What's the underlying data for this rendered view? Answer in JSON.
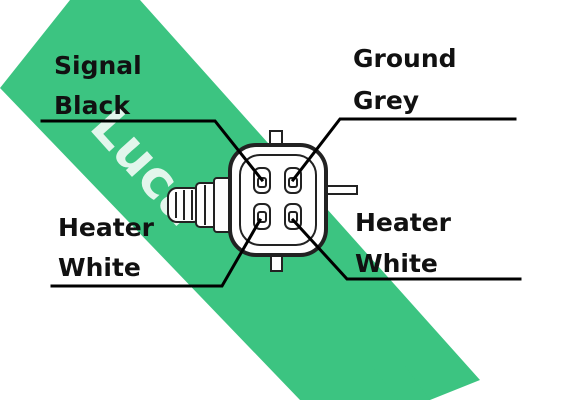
{
  "watermark": {
    "brand": "Lucas",
    "color": "#3cc481"
  },
  "labels": {
    "signal": {
      "name": "Signal",
      "color": "Black"
    },
    "ground": {
      "name": "Ground",
      "color": "Grey"
    },
    "heater_left": {
      "name": "Heater",
      "color": "White"
    },
    "heater_right": {
      "name": "Heater",
      "color": "White"
    }
  },
  "colors": {
    "line": "#000000",
    "text": "#111111",
    "connector_fill": "#ffffff",
    "background": "#ffffff"
  }
}
